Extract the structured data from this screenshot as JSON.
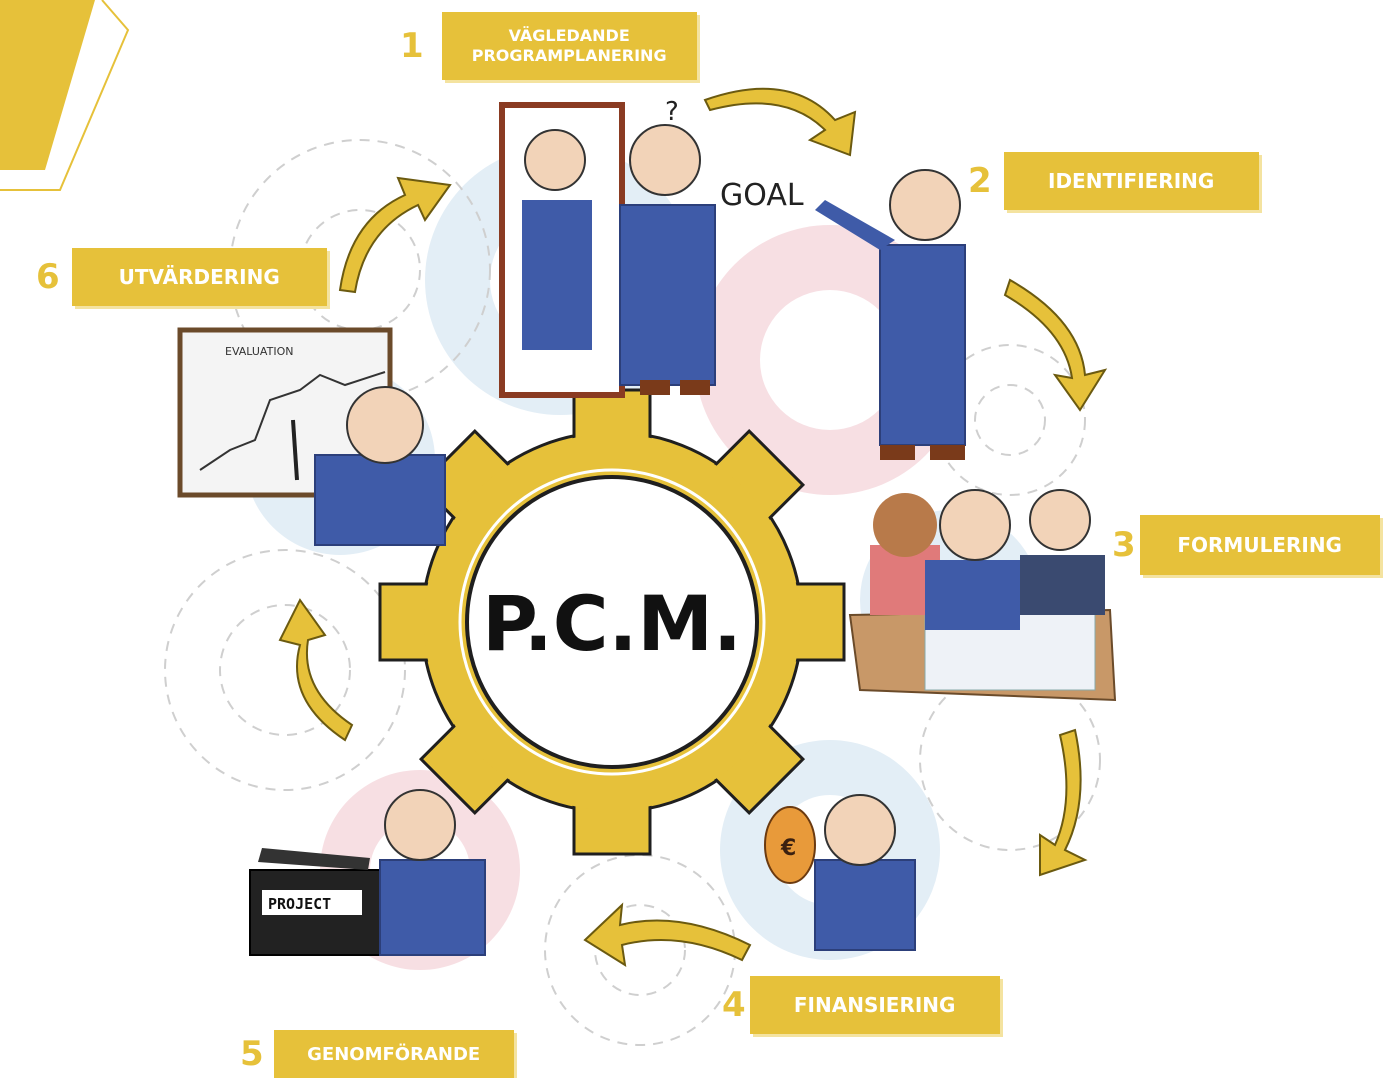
{
  "center": {
    "title": "P.C.M."
  },
  "stages": [
    {
      "number": "1",
      "label": "VÄGLEDANDE PROGRAMPLANERING"
    },
    {
      "number": "2",
      "label": "IDENTIFIERING"
    },
    {
      "number": "3",
      "label": "FORMULERING"
    },
    {
      "number": "4",
      "label": "FINANSIERING"
    },
    {
      "number": "5",
      "label": "GENOMFÖRANDE"
    },
    {
      "number": "6",
      "label": "UTVÄRDERING"
    }
  ],
  "illustration_text": {
    "goal": "GOAL",
    "question": "?",
    "evaluation": "EVALUATION",
    "project": "PROJECT",
    "euro": "€"
  },
  "colors": {
    "accent": "#e6c13a",
    "accent_light": "#f4e3a0",
    "suit": "#3f5ba8",
    "suit_dark": "#2c3f7a",
    "skin": "#f2d3b8",
    "pink_gear": "#f7dfe3",
    "blue_gear": "#e3eef6"
  },
  "icons": [
    "gear-icon",
    "arrow-icon",
    "person-icon",
    "mirror-icon",
    "chart-board-icon",
    "project-box-icon",
    "money-bag-icon",
    "blueprint-icon"
  ]
}
